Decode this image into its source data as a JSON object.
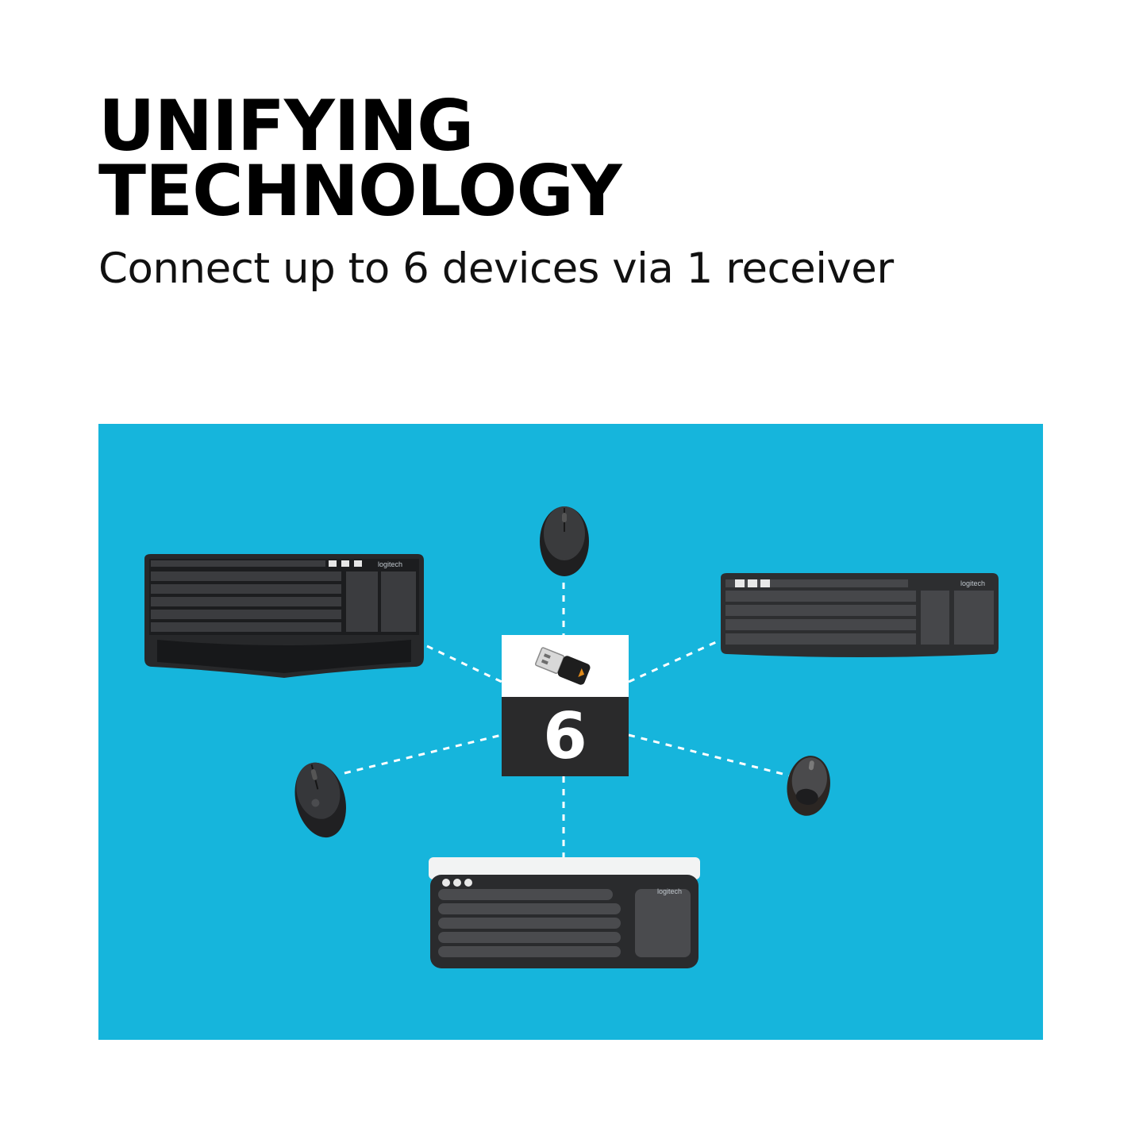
{
  "header": {
    "title_line1": "UNIFYING",
    "title_line2": "TECHNOLOGY",
    "subtitle": "Connect up to 6 devices via 1 receiver"
  },
  "receiver": {
    "count": "6",
    "icon": "usb-receiver-icon"
  },
  "devices": {
    "brand": "logitech"
  },
  "colors": {
    "panel": "#16b5dc",
    "dark": "#2a2a2b",
    "text": "#000000"
  }
}
